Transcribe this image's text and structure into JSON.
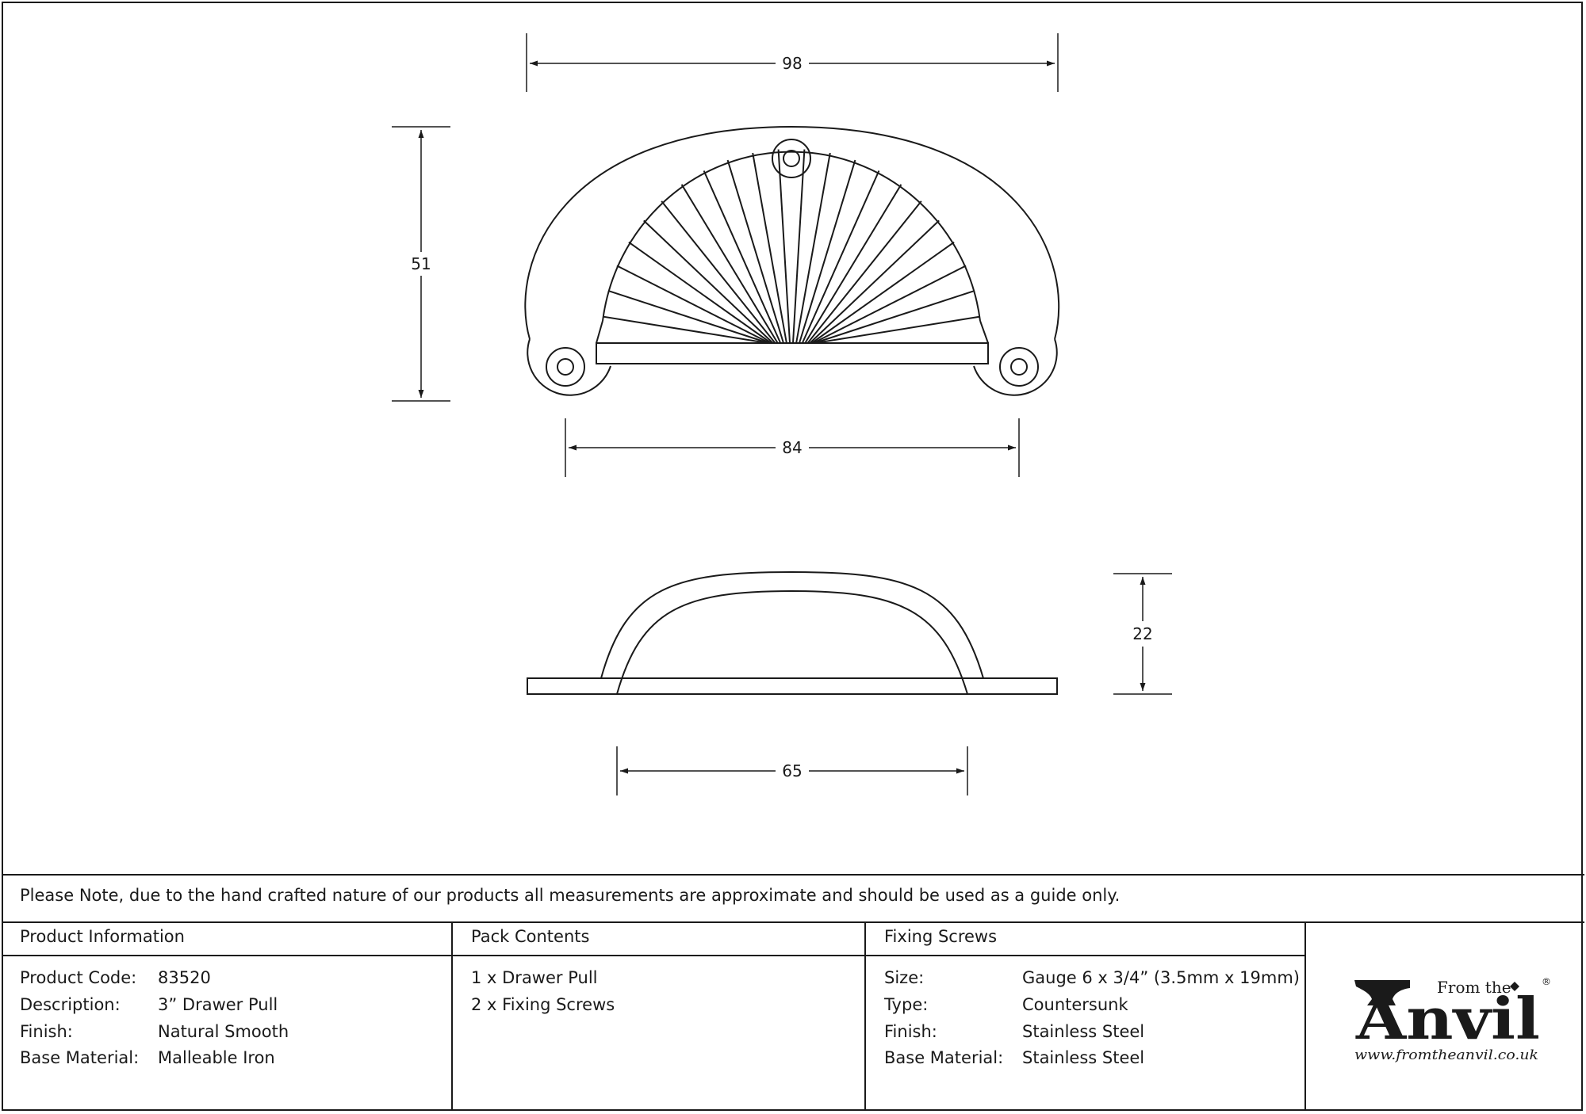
{
  "dimensions": {
    "width_top": "98",
    "height": "51",
    "fixing_centres": "84",
    "projection": "22",
    "inner_width": "65"
  },
  "note": "Please Note, due to the hand crafted nature of our products all measurements are approximate and should be used as a guide only.",
  "product_info": {
    "heading": "Product Information",
    "rows": [
      {
        "label": "Product Code:",
        "value": "83520"
      },
      {
        "label": "Description:",
        "value": "3” Drawer Pull"
      },
      {
        "label": "Finish:",
        "value": "Natural Smooth"
      },
      {
        "label": "Base Material:",
        "value": "Malleable Iron"
      }
    ]
  },
  "pack_contents": {
    "heading": "Pack Contents",
    "items": [
      "1 x Drawer Pull",
      "2 x Fixing Screws"
    ]
  },
  "fixing_screws": {
    "heading": "Fixing Screws",
    "rows": [
      {
        "label": "Size:",
        "value": "Gauge 6 x 3/4” (3.5mm x 19mm)"
      },
      {
        "label": "Type:",
        "value": "Countersunk"
      },
      {
        "label": "Finish:",
        "value": "Stainless Steel"
      },
      {
        "label": "Base Material:",
        "value": "Stainless Steel"
      }
    ]
  },
  "logo": {
    "from_the": "From the",
    "anvil": "Anvil",
    "url": "www.fromtheanvil.co.uk",
    "registered": "®"
  }
}
